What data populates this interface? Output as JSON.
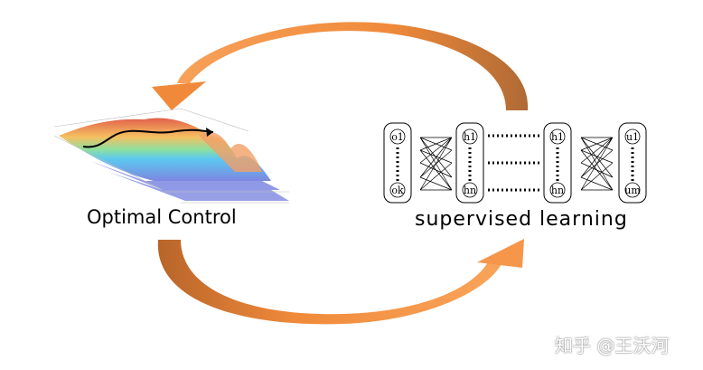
{
  "labels": {
    "optimal_control": "Optimal Control",
    "supervised_learning": "supervised learning"
  },
  "network": {
    "input_top": "o1",
    "input_bottom": "ok",
    "hidden1_top": "h1",
    "hidden1_bottom": "hn",
    "hidden2_top": "h1",
    "hidden2_bottom": "hn",
    "output_top": "u1",
    "output_bottom": "um"
  },
  "watermark": "知乎 @王沃河",
  "colors": {
    "arrow": "#f0893a",
    "arrow_dark": "#c9732e"
  }
}
